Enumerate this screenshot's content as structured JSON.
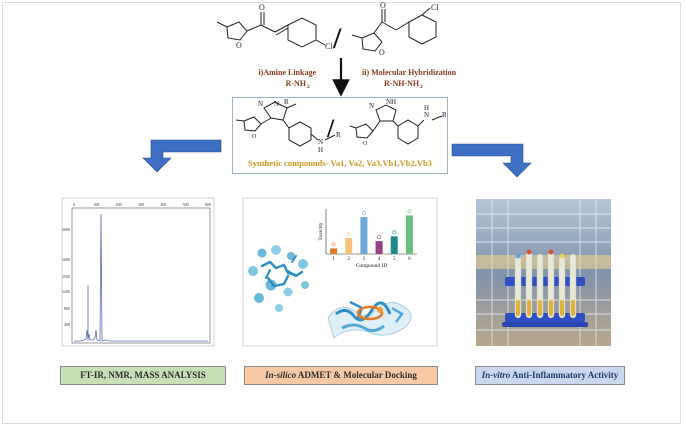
{
  "reaction": {
    "step1_label": "i)Amine Linkage",
    "step1_reagent": "R-NH",
    "step1_reagent_sub": "2",
    "step2_label": "ii) Molecular Hybridization",
    "step2_reagent": "R-NH-NH",
    "step2_reagent_sub": "2",
    "separator": "/",
    "atom_cl": "Cl",
    "atom_o": "O",
    "atom_n": "N",
    "atom_h": "H",
    "atom_r": "R",
    "atom_nh": "NH"
  },
  "synthetic": {
    "title": "Synthetic compounds- Va1, Va2, Va3,Vb1,Vb2,Vb3"
  },
  "spectrum": {
    "x_ticks": [
      "0",
      "100",
      "200",
      "300",
      "400",
      "500",
      "600"
    ],
    "y_ticks": [
      "2000",
      "1600",
      "1500",
      "1200",
      "800",
      "400"
    ]
  },
  "chart_data": {
    "type": "bar",
    "categories": [
      "1",
      "2",
      "3",
      "4",
      "5",
      "6"
    ],
    "values": [
      0.35,
      1.0,
      2.3,
      0.8,
      1.1,
      2.4
    ],
    "xlabel": "Compound ID",
    "ylabel": "Toxicity",
    "colors": [
      "#e37b2d",
      "#f6c27a",
      "#6fa8d6",
      "#9a3f7f",
      "#1e8a8a",
      "#6bbf7e"
    ]
  },
  "captions": {
    "analysis": "FT-IR, NMR, MASS ANALYSIS",
    "insilico_italic": "In-silico",
    "insilico_rest": " ADMET & Molecular Docking",
    "invitro_italic": "In-vitro",
    "invitro_rest": " Anti-Inflammatory Activity"
  },
  "colors": {
    "arrow_blue": "#3d6fc2",
    "label_brown": "#8b3a1f",
    "title_gold": "#c9941a",
    "spectrum_line": "#5a6fb0"
  }
}
